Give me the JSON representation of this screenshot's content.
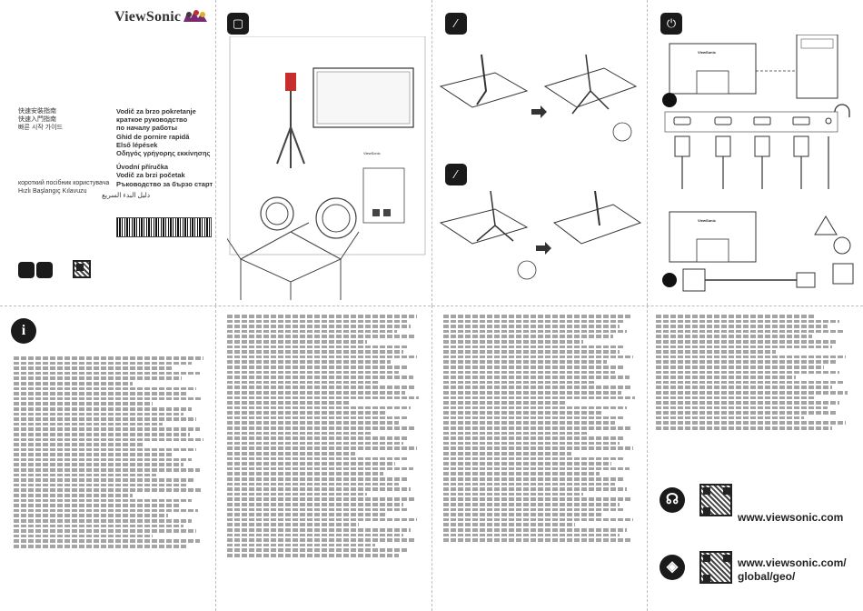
{
  "brand": {
    "name": "ViewSonic"
  },
  "cover": {
    "titles_left": [
      "快速安裝指南",
      "快速入門指南",
      "빠른 시작 가이드"
    ],
    "titles_right": [
      "Vodič za brzo pokretanje",
      "краткое руководство",
      "по началу работы",
      "Ghid de pornire rapidă",
      "Első lépések",
      "Οδηγός γρήγορης εκκίνησης",
      "",
      "Úvodní příručka",
      "Vodič za brzi početak",
      "Ръководство за бързо старт"
    ],
    "titles_left2": [
      "короткий посібник користувача",
      "Hızlı Başlangıç Kılavuzu"
    ],
    "titles_right2": [
      "دليل البدء السريع"
    ]
  },
  "panels": {
    "p1_monitor_brand": "ViewSonic",
    "p4_monitor_brand_top": "ViewSonic",
    "p4_monitor_brand_bottom": "ViewSonic"
  },
  "links": {
    "website": "www.viewsonic.com",
    "geo_line1": "www.viewsonic.com/",
    "geo_line2": "global/geo/"
  },
  "icons": {
    "box": "box-icon",
    "screwdriver": "screwdriver-icon",
    "plug": "plug-icon",
    "info": "info-icon",
    "headset": "headset-icon",
    "stand": "stand-icon"
  }
}
